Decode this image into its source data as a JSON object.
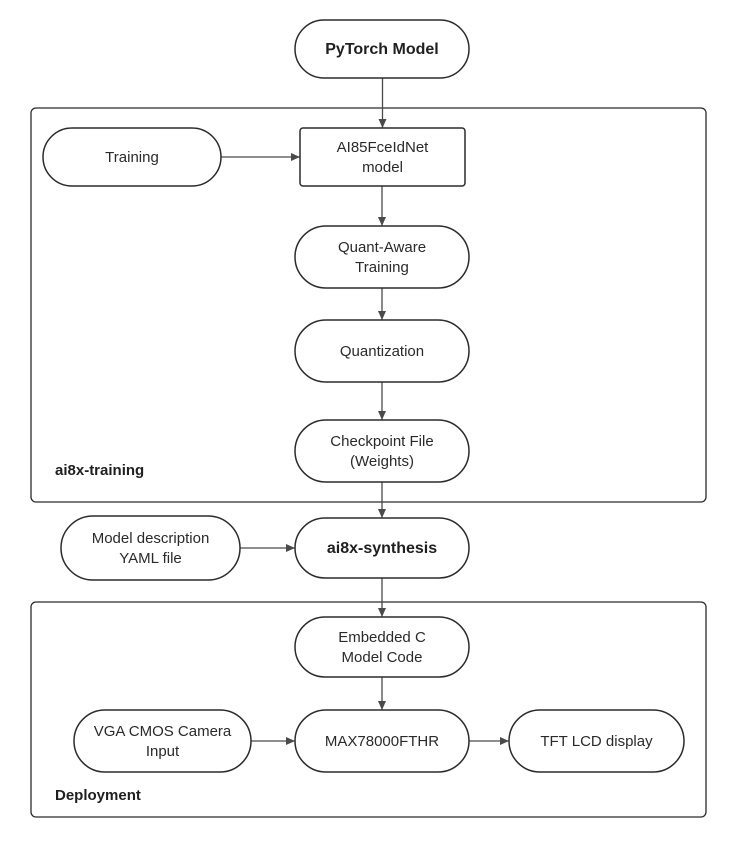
{
  "groups": [
    {
      "id": "training-group",
      "label": "ai8x-training"
    },
    {
      "id": "deployment-group",
      "label": "Deployment"
    }
  ],
  "nodes": [
    {
      "id": "pytorch-model",
      "lines": [
        "PyTorch Model"
      ],
      "bold": true
    },
    {
      "id": "training",
      "lines": [
        "Training"
      ],
      "bold": false
    },
    {
      "id": "ai85-model",
      "lines": [
        "AI85FceIdNet",
        "model"
      ],
      "bold": false
    },
    {
      "id": "quant-aware-training",
      "lines": [
        "Quant-Aware",
        "Training"
      ],
      "bold": false
    },
    {
      "id": "quantization",
      "lines": [
        "Quantization"
      ],
      "bold": false
    },
    {
      "id": "checkpoint-file",
      "lines": [
        "Checkpoint File",
        "(Weights)"
      ],
      "bold": false
    },
    {
      "id": "model-description",
      "lines": [
        "Model description",
        "YAML file"
      ],
      "bold": false
    },
    {
      "id": "ai8x-synthesis",
      "lines": [
        "ai8x-synthesis"
      ],
      "bold": true
    },
    {
      "id": "embedded-c",
      "lines": [
        "Embedded C",
        "Model Code"
      ],
      "bold": false
    },
    {
      "id": "camera-input",
      "lines": [
        "VGA CMOS Camera",
        "Input"
      ],
      "bold": false
    },
    {
      "id": "max78000",
      "lines": [
        "MAX78000FTHR"
      ],
      "bold": false
    },
    {
      "id": "tft-lcd",
      "lines": [
        "TFT LCD display"
      ],
      "bold": false
    }
  ],
  "edges": [
    {
      "from": "pytorch-model",
      "to": "ai85-model"
    },
    {
      "from": "training",
      "to": "ai85-model"
    },
    {
      "from": "ai85-model",
      "to": "quant-aware-training"
    },
    {
      "from": "quant-aware-training",
      "to": "quantization"
    },
    {
      "from": "quantization",
      "to": "checkpoint-file"
    },
    {
      "from": "checkpoint-file",
      "to": "ai8x-synthesis"
    },
    {
      "from": "model-description",
      "to": "ai8x-synthesis"
    },
    {
      "from": "ai8x-synthesis",
      "to": "embedded-c"
    },
    {
      "from": "embedded-c",
      "to": "max78000"
    },
    {
      "from": "camera-input",
      "to": "max78000"
    },
    {
      "from": "max78000",
      "to": "tft-lcd"
    }
  ]
}
